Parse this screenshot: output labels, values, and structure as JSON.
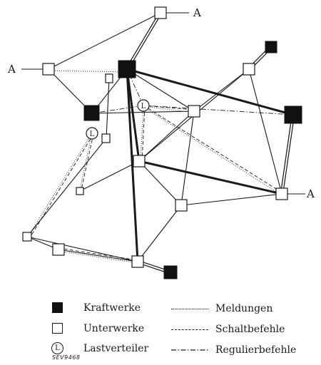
{
  "external_labels": [
    "A",
    "A",
    "A"
  ],
  "node_letter": "L",
  "legend": {
    "power_plants": "Kraftwerke",
    "substations": "Unterwerke",
    "load_dispatcher": "Lastverteiler",
    "messages": "Meldungen",
    "switching_commands": "Schaltbefehle",
    "control_commands": "Regulierbefehle"
  },
  "stamp": "SEV9468"
}
